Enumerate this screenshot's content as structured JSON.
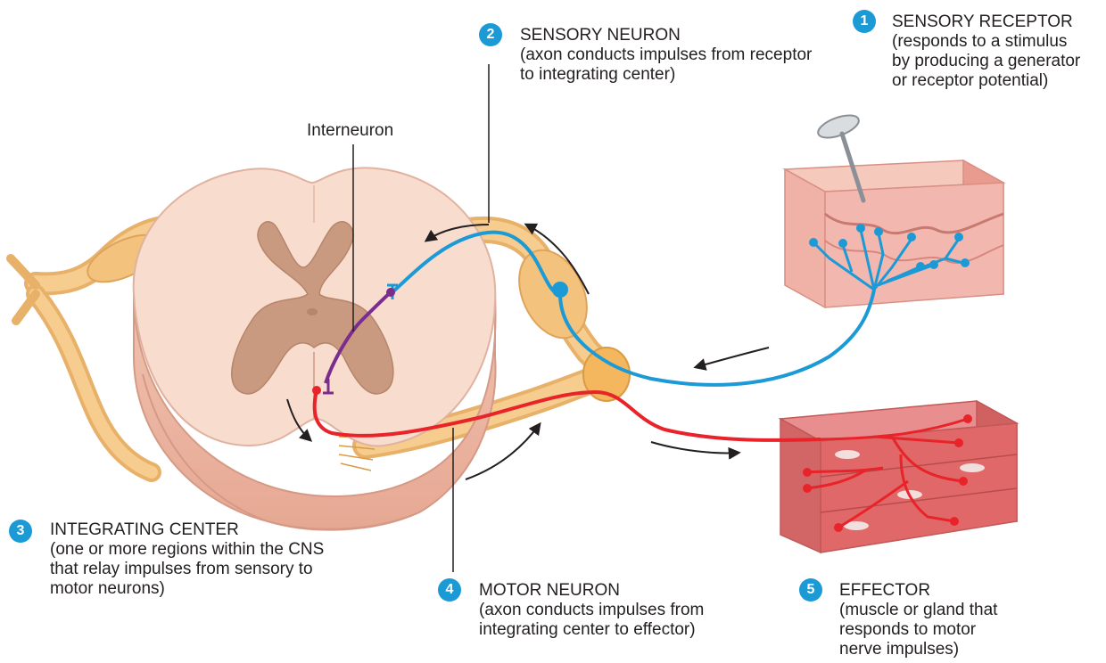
{
  "colors": {
    "sensory": "#1c9ad6",
    "motor": "#e8232a",
    "interneuron": "#7b2d8e",
    "badge": "#1c9ad6",
    "cord_white": "#f6d4c4",
    "cord_gray": "#c99a80",
    "nerve": "#f2c07a",
    "skin": "#f2b8b0",
    "muscle": "#e06868"
  },
  "labels": {
    "interneuron": "Interneuron",
    "sensory_receptor": {
      "number": "1",
      "title": "SENSORY RECEPTOR",
      "desc": [
        "(responds to a stimulus",
        "by producing a generator",
        "or receptor potential)"
      ]
    },
    "sensory_neuron": {
      "number": "2",
      "title": "SENSORY NEURON",
      "desc": [
        "(axon conducts impulses from receptor",
        "to integrating center)"
      ]
    },
    "integrating_center": {
      "number": "3",
      "title": "INTEGRATING CENTER",
      "desc": [
        "(one or more regions within the CNS",
        "that relay impulses from sensory to",
        "motor neurons)"
      ]
    },
    "motor_neuron": {
      "number": "4",
      "title": "MOTOR NEURON",
      "desc": [
        "(axon conducts impulses from",
        "integrating center to effector)"
      ]
    },
    "effector": {
      "number": "5",
      "title": "EFFECTOR",
      "desc": [
        "(muscle or gland that",
        "responds to motor",
        "nerve impulses)"
      ]
    }
  },
  "icons": {
    "flow_arrow": "flow-arrow-icon",
    "pin": "pin-icon"
  }
}
